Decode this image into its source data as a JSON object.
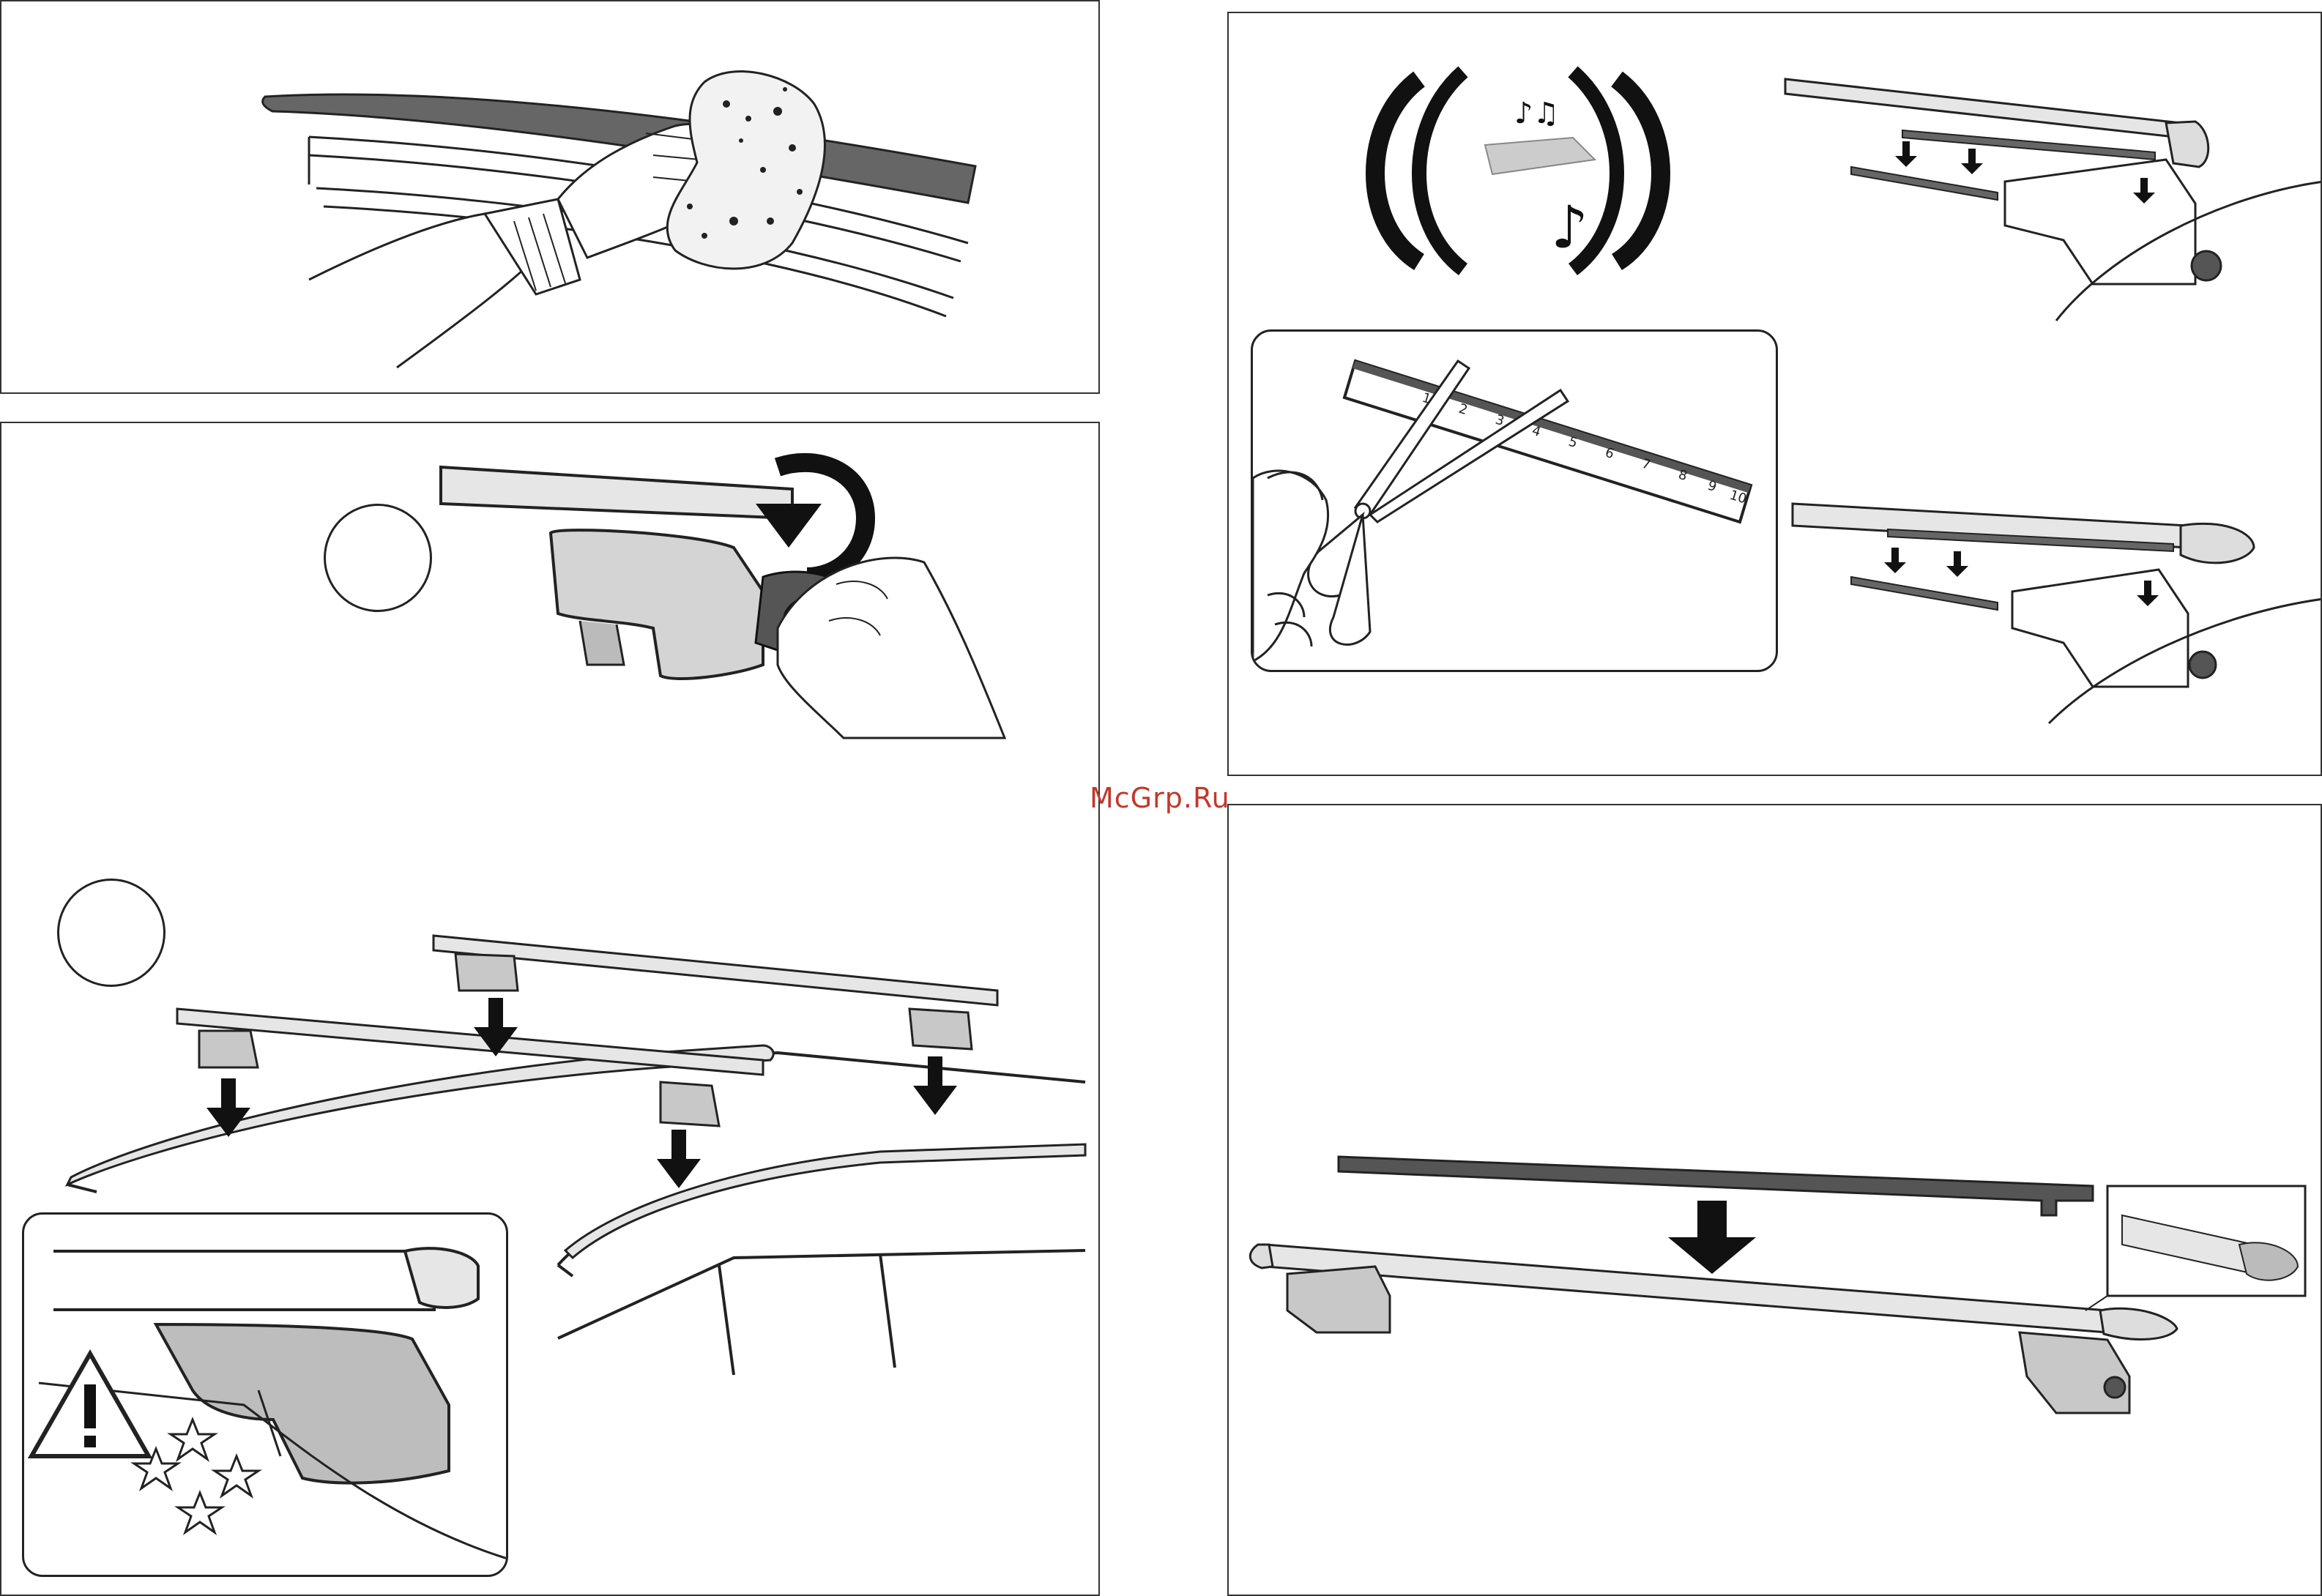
{
  "watermark": {
    "text": "McGrp.Ru",
    "color": "#c0392b"
  },
  "icons": {
    "sound": "sound-click-icon",
    "warning": "warning-triangle-icon",
    "stars": "impact-stars-icon",
    "arrows": "down-arrow-icon"
  },
  "ruler": {
    "numbers": [
      "1",
      "2",
      "3",
      "4",
      "5",
      "6",
      "7",
      "8",
      "9",
      "10"
    ]
  },
  "colors": {
    "ink": "#222222",
    "bar_fill": "#e6e6e6",
    "rubber": "#555555",
    "foot_fill": "#bdbdbd"
  }
}
